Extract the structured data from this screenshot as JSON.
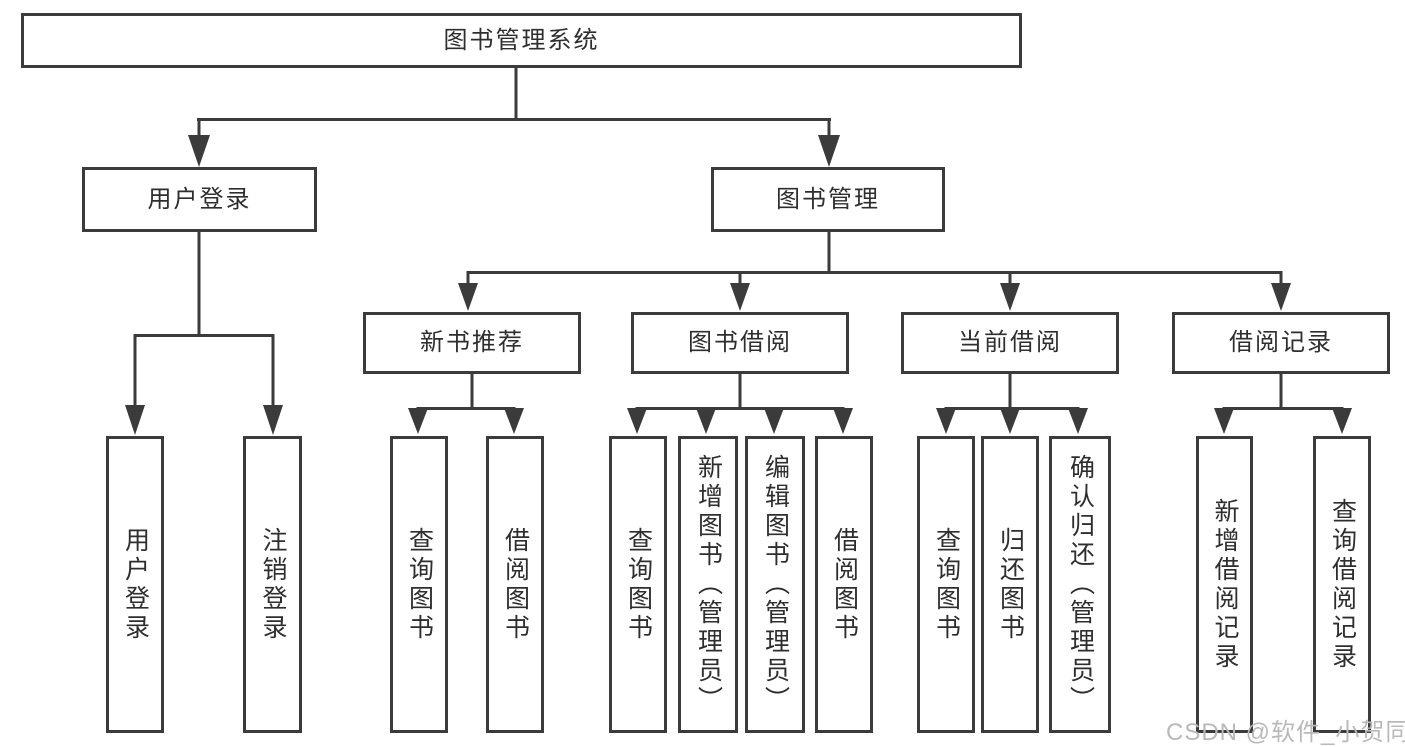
{
  "diagram": {
    "root_label": "图书管理系统",
    "level1": [
      {
        "label": "用户登录",
        "leaves": [
          "用户登录",
          "注销登录"
        ]
      },
      {
        "label": "图书管理",
        "groups": [
          {
            "label": "新书推荐",
            "leaves": [
              "查询图书",
              "借阅图书"
            ]
          },
          {
            "label": "图书借阅",
            "leaves": [
              "查询图书",
              "新增图书（管理员）",
              "编辑图书（管理员）",
              "借阅图书"
            ]
          },
          {
            "label": "当前借阅",
            "leaves": [
              "查询图书",
              "归还图书",
              "确认归还（管理员）"
            ]
          },
          {
            "label": "借阅记录",
            "leaves": [
              "新增借阅记录",
              "查询借阅记录"
            ]
          }
        ]
      }
    ]
  },
  "watermark": {
    "text": "CSDN @软件_小贺同学"
  },
  "colors": {
    "line": "#3b3b3b",
    "box_border": "#3b3b3b",
    "box_background": "#ffffff",
    "text": "#2e2e2e",
    "watermark": "#b9b9b9",
    "page_background": "#ffffff"
  }
}
